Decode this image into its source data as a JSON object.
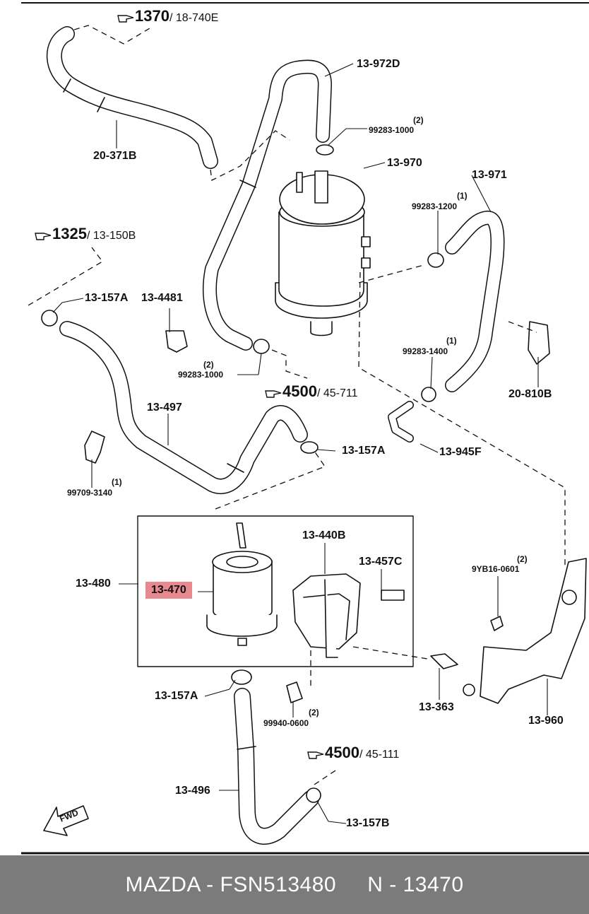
{
  "refs": {
    "r1370": {
      "num": "1370",
      "page": "18-740E"
    },
    "r1325": {
      "num": "1325",
      "page": "13-150B"
    },
    "r4500a": {
      "num": "4500",
      "page": "45-711"
    },
    "r4500b": {
      "num": "4500",
      "page": "45-111"
    }
  },
  "parts": {
    "p13972D": "13-972D",
    "p9928310001": "99283-1000",
    "q1": "(2)",
    "p13970": "13-970",
    "p13971": "13-971",
    "p9928312001": "99283-1200",
    "q2": "(1)",
    "p20371B": "20-371B",
    "p13157A1": "13-157A",
    "p134481": "13-4481",
    "p9928310002": "99283-1000",
    "q3": "(2)",
    "p9928314001": "99283-1400",
    "q4": "(1)",
    "p20810B": "20-810B",
    "p13497": "13-497",
    "p13157A2": "13-157A",
    "p13945F": "13-945F",
    "p9970931": "99709-3140",
    "q5": "(1)",
    "p13480": "13-480",
    "p13470": "13-470",
    "p13440B": "13-440B",
    "p13457C": "13-457C",
    "p9YB16": "9YB16-0601",
    "q6": "(2)",
    "p13157A3": "13-157A",
    "p99940": "99940-0600",
    "q7": "(2)",
    "p13363": "13-363",
    "p13960": "13-960",
    "p13496": "13-496",
    "p13157B": "13-157B",
    "fwd": "FWD"
  },
  "colors": {
    "highlight": "#e8898f",
    "footer_bg": "#7b7b7b"
  },
  "footer": {
    "text": "MAZDA - FSN513480     N - 13470"
  }
}
